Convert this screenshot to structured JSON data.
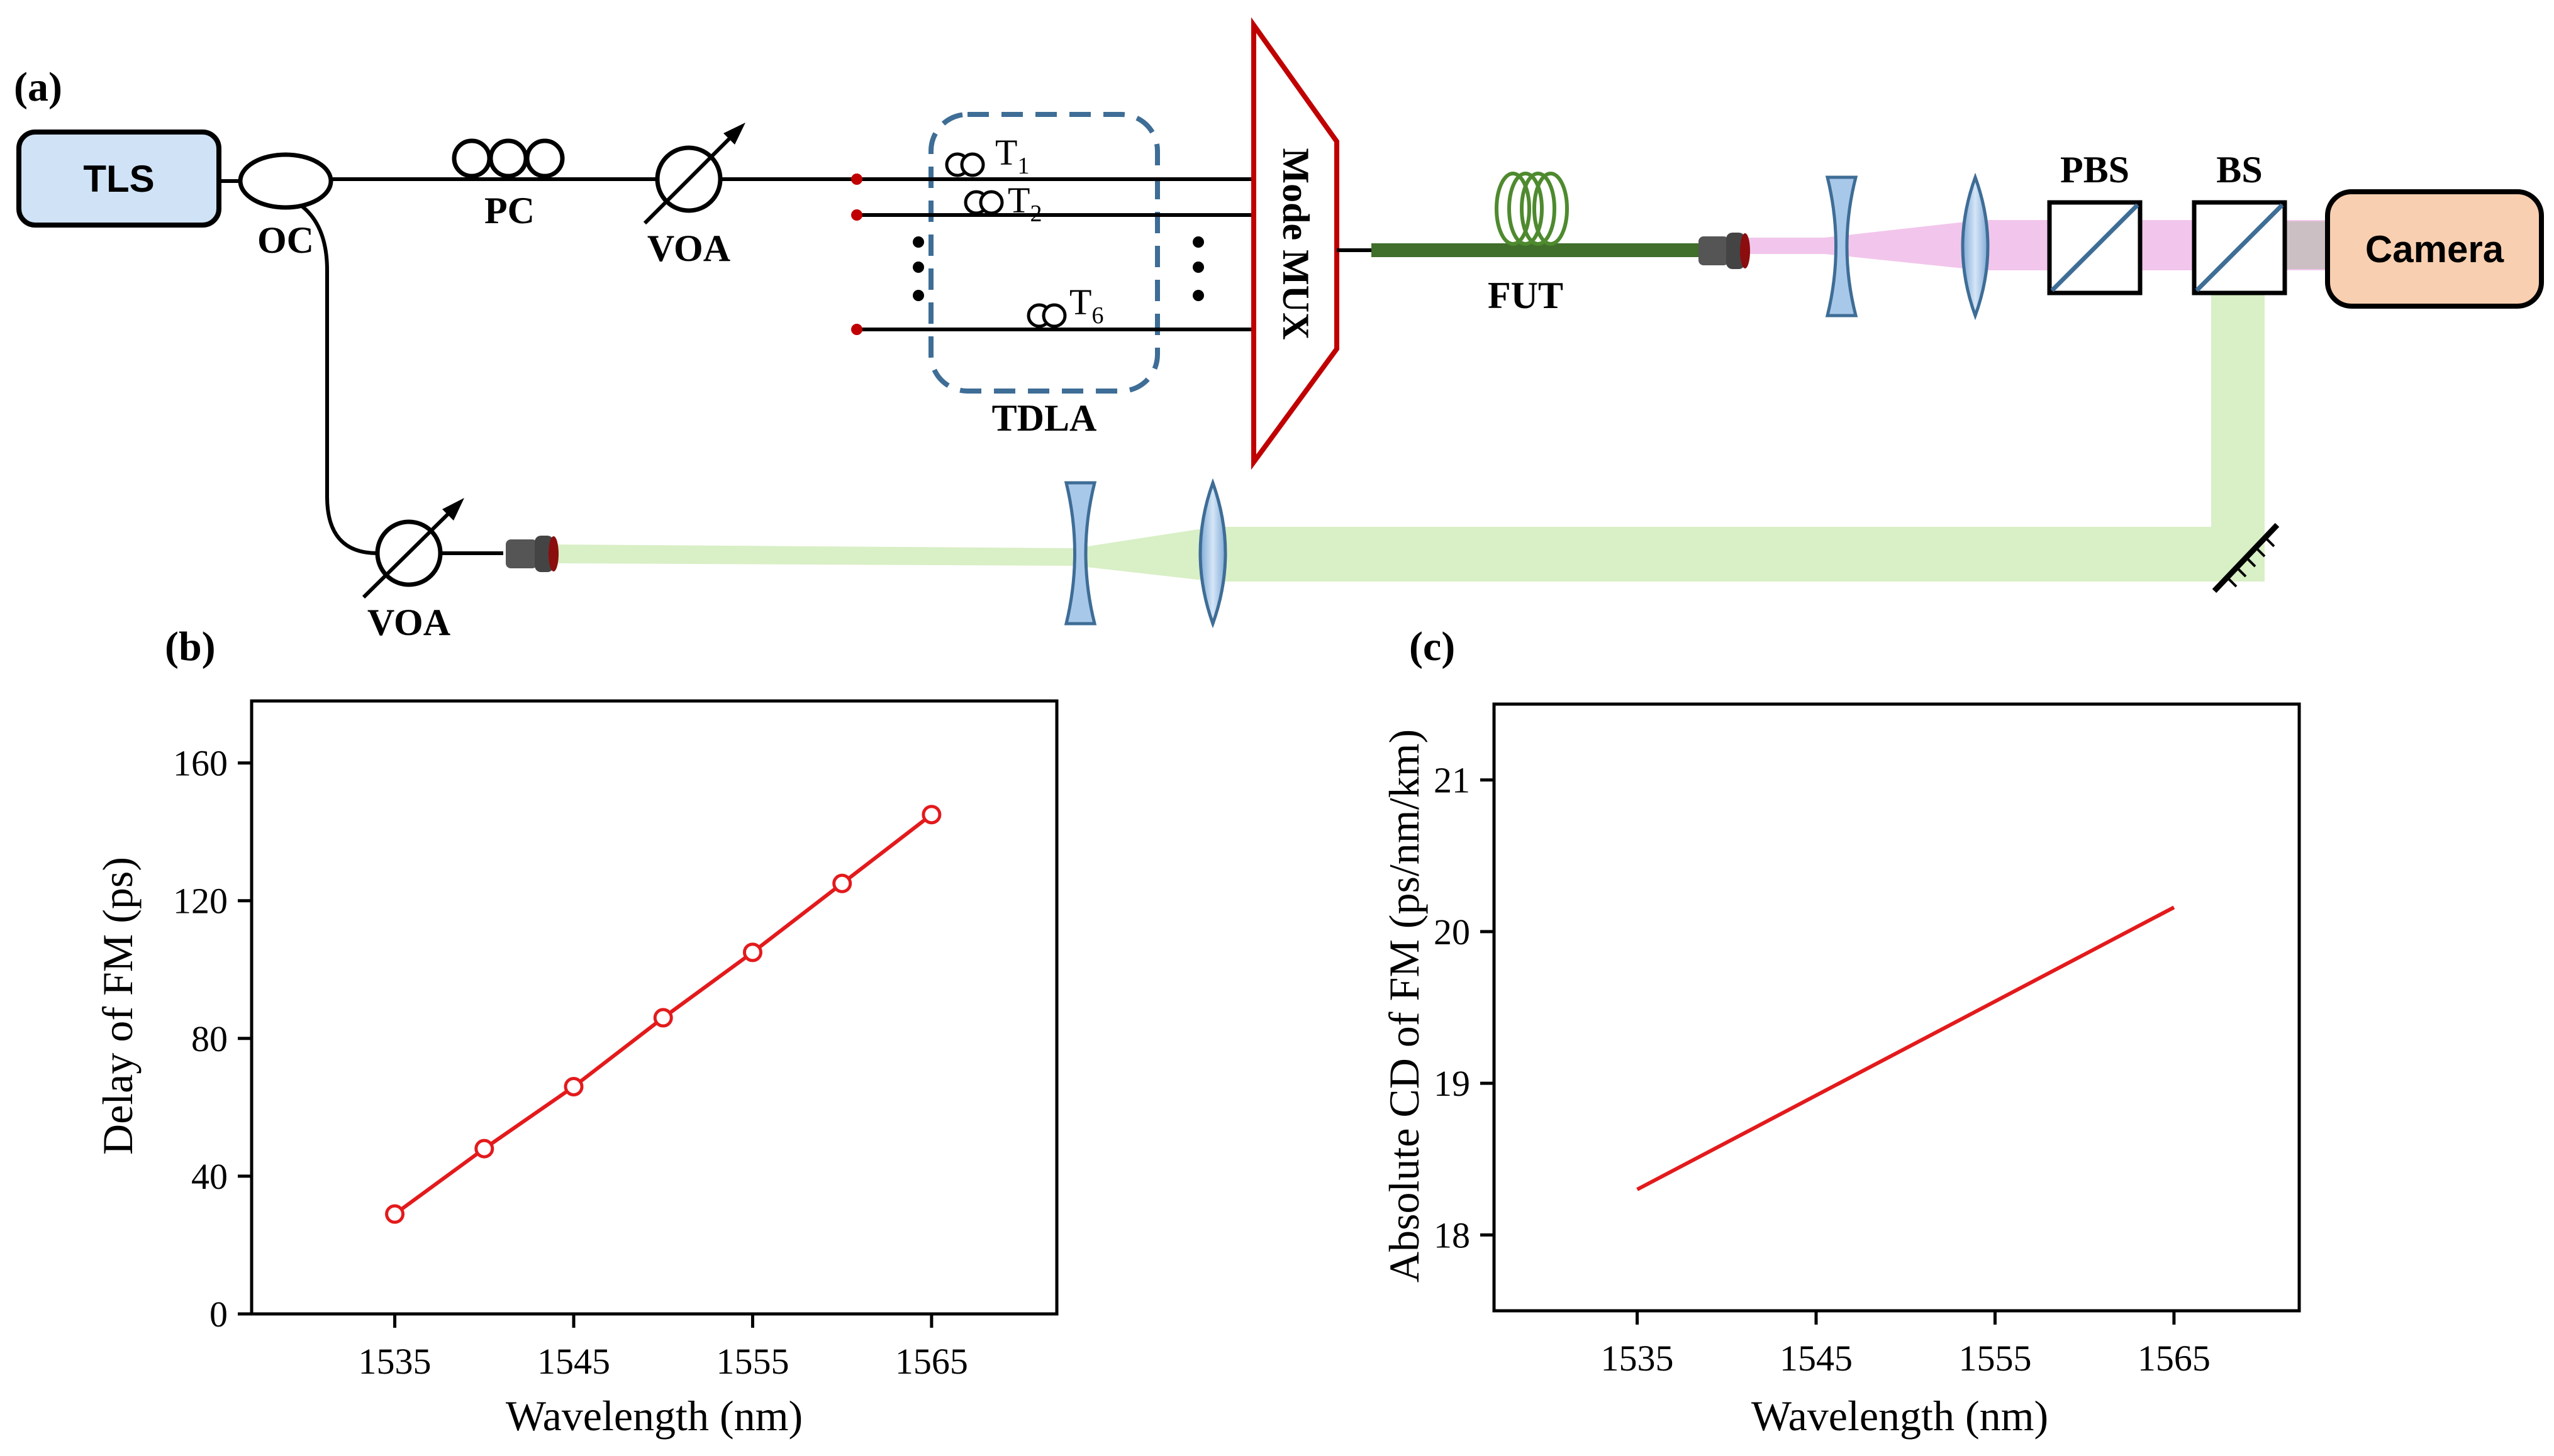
{
  "diagram": {
    "panel_label": "(a)",
    "components": {
      "tls": "TLS",
      "oc": "OC",
      "pc": "PC",
      "voa_top": "VOA",
      "voa_bottom": "VOA",
      "tdla": "TDLA",
      "t1": "T",
      "t1_sub": "1",
      "t2": "T",
      "t2_sub": "2",
      "t6": "T",
      "t6_sub": "6",
      "mux": "Mode MUX",
      "fut": "FUT",
      "pbs": "PBS",
      "bs": "BS",
      "camera": "Camera"
    },
    "colors": {
      "tls_fill": "#cfe2f6",
      "camera_fill": "#f8cfb0",
      "mux_stroke": "#c00000",
      "fiber_green": "#3f6f2a",
      "beam_pink": "#f2c6ec",
      "beam_green": "#d9efc6",
      "lens_blue": "#a8c8ea",
      "dash_blue": "#3e6d96"
    }
  },
  "chart_data": [
    {
      "panel_label": "(b)",
      "type": "line",
      "markers": true,
      "x": [
        1535,
        1540,
        1545,
        1550,
        1555,
        1560,
        1565
      ],
      "series": [
        {
          "values": [
            29,
            48,
            66,
            86,
            105,
            125,
            145
          ]
        }
      ],
      "xlabel": "Wavelength (nm)",
      "ylabel": "Delay of  FM (ps)",
      "xlim": [
        1527,
        1572
      ],
      "ylim": [
        0,
        178
      ],
      "xticks": [
        1535,
        1545,
        1555,
        1565
      ],
      "yticks": [
        0,
        40,
        80,
        120,
        160
      ],
      "color": "#e31a1c",
      "grid": false
    },
    {
      "panel_label": "(c)",
      "type": "line",
      "markers": false,
      "x": [
        1535,
        1565
      ],
      "series": [
        {
          "values": [
            18.3,
            20.16
          ]
        }
      ],
      "xlabel": "Wavelength (nm)",
      "ylabel": "Absolute CD of  FM (ps/nm/km)",
      "xlim": [
        1527,
        1572
      ],
      "ylim": [
        17.5,
        21.5
      ],
      "xticks": [
        1535,
        1545,
        1555,
        1565
      ],
      "yticks": [
        18,
        19,
        20,
        21
      ],
      "color": "#e31a1c",
      "grid": false
    }
  ]
}
